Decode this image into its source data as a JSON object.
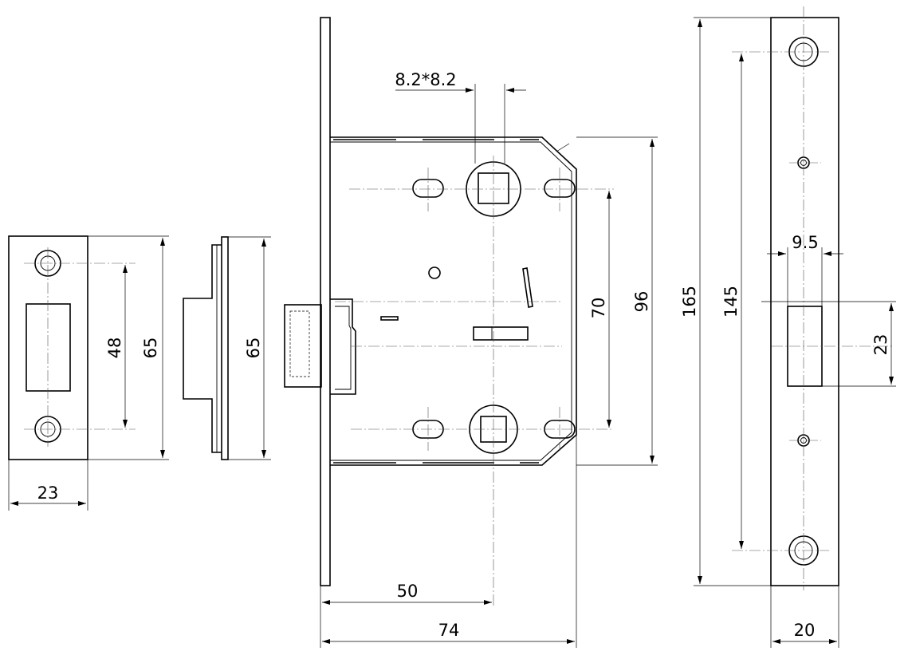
{
  "colors": {
    "line": "#000000",
    "background": "#ffffff"
  },
  "dimensions": {
    "strike_width": "23",
    "strike_hole_spacing": "48",
    "strike_height": "65",
    "box_height": "65",
    "spindle_size": "8.2*8.2",
    "screw_spacing": "70",
    "case_height": "96",
    "backset": "50",
    "case_depth": "74",
    "faceplate_length": "165",
    "faceplate_hole_spacing": "145",
    "latch_width": "9.5",
    "latch_height": "23",
    "faceplate_width": "20"
  }
}
